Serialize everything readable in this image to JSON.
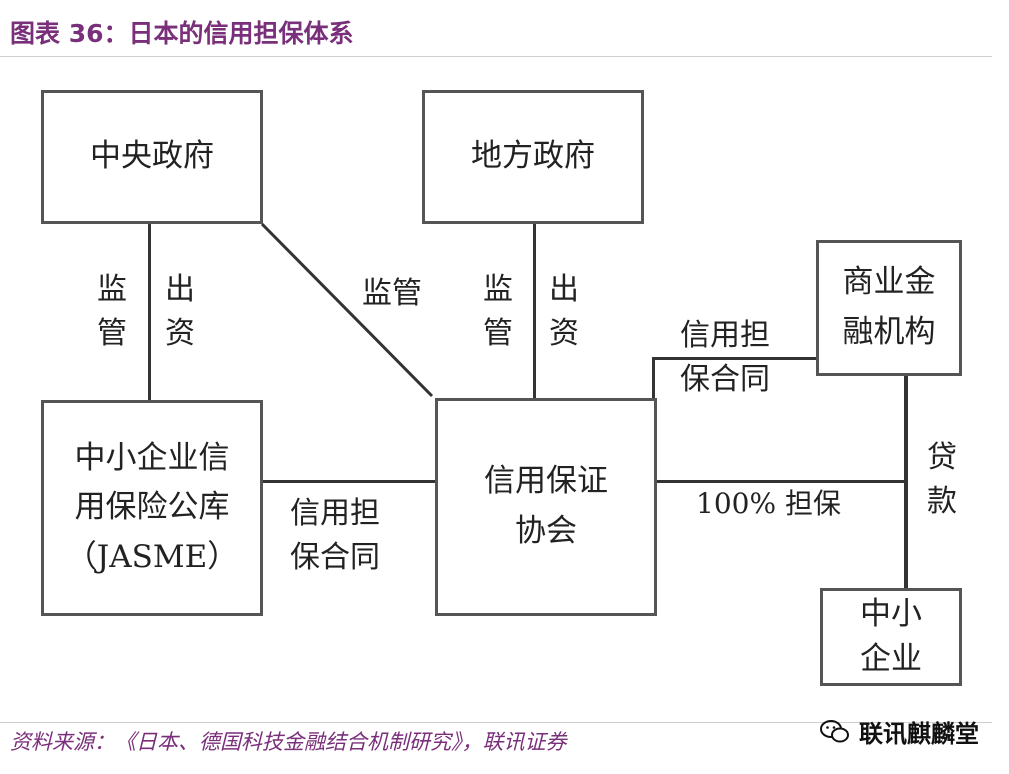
{
  "header": {
    "title": "图表 36：日本的信用担保体系"
  },
  "diagram": {
    "nodes": {
      "central_gov": "中央政府",
      "local_gov": "地方政府",
      "jasme": [
        "中小企业信",
        "用保险公库",
        "（JASME）"
      ],
      "cga": [
        "信用保证",
        "协会"
      ],
      "financial": [
        "商业金",
        "融机构"
      ],
      "sme": [
        "中小",
        "企业"
      ]
    },
    "edges": {
      "central_supervise": "监管",
      "central_fund": "出资",
      "central_to_cga_supervise": "监管",
      "local_supervise": "监管",
      "local_fund": "出资",
      "jasme_cga_contract": [
        "信用担",
        "保合同"
      ],
      "cga_fin_contract": [
        "信用担",
        "保合同"
      ],
      "guarantee": "100% 担保",
      "loan": "贷款"
    }
  },
  "footer": {
    "source": "资料来源：《日本、德国科技金融结合机制研究》，联讯证券",
    "watermark": "联讯麒麟堂",
    "watermark_icon": "wechat-icon"
  }
}
